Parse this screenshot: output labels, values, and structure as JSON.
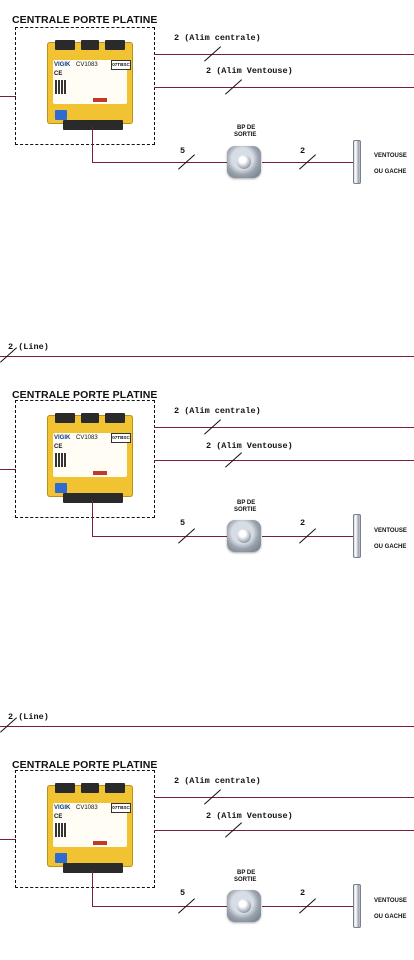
{
  "diagram": {
    "blocks": [
      {
        "title": "CENTRALE PORTE PLATINE",
        "line_label": "",
        "labels": {
          "alim_centrale": "2 (Alim centrale)",
          "alim_ventouse": "2 (Alim Ventouse)",
          "bp_de": "BP DE",
          "sortie": "SORTIE",
          "ventouse": "VENTOUSE",
          "ou_gache": "OU GACHE",
          "left_count": "5",
          "right_count": "2"
        },
        "device": {
          "brand": "VIGIK",
          "model": "CV1083",
          "ce": "CE",
          "badge": "07TBSC"
        }
      },
      {
        "title": "CENTRALE PORTE PLATINE",
        "line_label": "2 (Line)",
        "labels": {
          "alim_centrale": "2 (Alim centrale)",
          "alim_ventouse": "2 (Alim Ventouse)",
          "bp_de": "BP DE",
          "sortie": "SORTIE",
          "ventouse": "VENTOUSE",
          "ou_gache": "OU GACHE",
          "left_count": "5",
          "right_count": "2"
        },
        "device": {
          "brand": "VIGIK",
          "model": "CV1083",
          "ce": "CE",
          "badge": "07TBSC"
        }
      },
      {
        "title": "CENTRALE PORTE PLATINE",
        "line_label": "2 (Line)",
        "labels": {
          "alim_centrale": "2 (Alim centrale)",
          "alim_ventouse": "2 (Alim Ventouse)",
          "bp_de": "BP DE",
          "sortie": "SORTIE",
          "ventouse": "VENTOUSE",
          "ou_gache": "OU GACHE",
          "left_count": "5",
          "right_count": "2"
        },
        "device": {
          "brand": "VIGIK",
          "model": "CV1083",
          "ce": "CE",
          "badge": "07TBSC"
        }
      }
    ],
    "colors": {
      "wire": "#7a2036",
      "device_yellow": "#f1c232"
    }
  }
}
